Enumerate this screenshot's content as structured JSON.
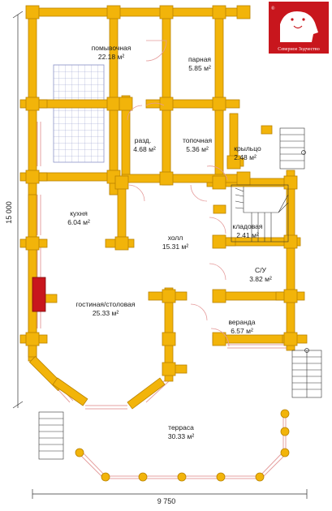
{
  "rooms": [
    {
      "name": "помывочная",
      "area": "22.18 м²"
    },
    {
      "name": "парная",
      "area": "5.85 м²"
    },
    {
      "name": "разд.",
      "area": "4.68 м²"
    },
    {
      "name": "топочная",
      "area": "5.36 м²"
    },
    {
      "name": "крыльцо",
      "area": "2.48 м²"
    },
    {
      "name": "кухня",
      "area": "6.04 м²"
    },
    {
      "name": "кладовая",
      "area": "2.41 м²"
    },
    {
      "name": "холл",
      "area": "15.31 м²"
    },
    {
      "name": "С/У",
      "area": "3.82 м²"
    },
    {
      "name": "гостиная/столовая",
      "area": "25.33 м²"
    },
    {
      "name": "веранда",
      "area": "6.57 м²"
    },
    {
      "name": "терраса",
      "area": "30.33 м²"
    }
  ],
  "dimensions": {
    "width": "9 750",
    "height": "15 000"
  },
  "logo": {
    "brand": "Северное Зодчество",
    "mark": "®"
  },
  "colors": {
    "log": "#F2B40A",
    "log_edge": "#B98200",
    "fireplace": "#C8161D",
    "logo_bg": "#C8161D",
    "door": "#E59A9A",
    "grid": "#8C94C8"
  }
}
